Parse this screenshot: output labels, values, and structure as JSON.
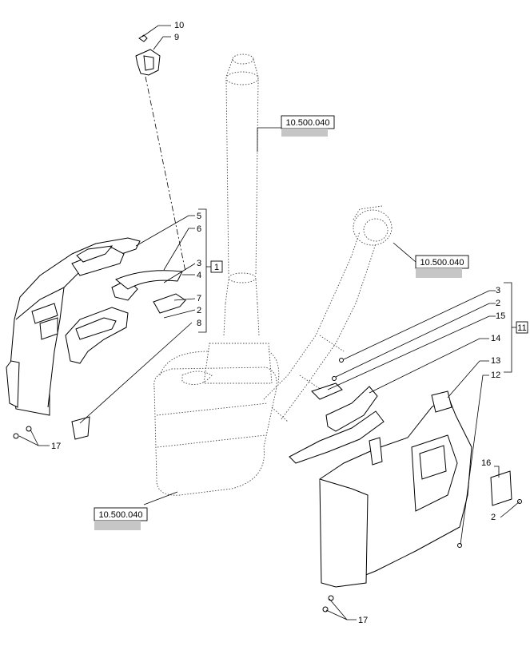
{
  "references": {
    "top": "10.500.040",
    "right": "10.500.040",
    "bottom": "10.500.040"
  },
  "groups": {
    "left": "1",
    "right": "11"
  },
  "callouts": {
    "c10": "10",
    "c9": "9",
    "c5": "5",
    "c6": "6",
    "c3a": "3",
    "c4": "4",
    "c7": "7",
    "c2a": "2",
    "c8": "8",
    "c17a": "17",
    "c3b": "3",
    "c2b": "2",
    "c15": "15",
    "c14": "14",
    "c13": "13",
    "c12": "12",
    "c16": "16",
    "c2c": "2",
    "c17b": "17"
  },
  "colors": {
    "line": "#000000",
    "ref_bar": "#c6c6c6",
    "background": "#ffffff"
  }
}
